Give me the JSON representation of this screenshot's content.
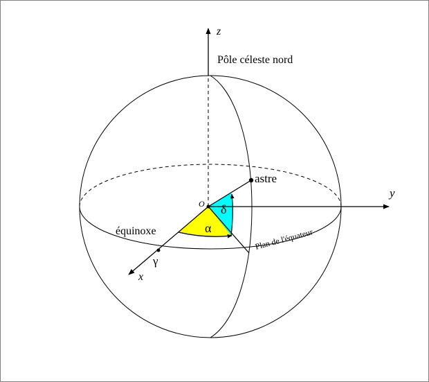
{
  "labels": {
    "z_axis": "z",
    "y_axis": "y",
    "x_axis": "x",
    "origin": "O",
    "north_pole": "Pôle céleste nord",
    "star": "astre",
    "equinox": "équinoxe",
    "gamma": "γ",
    "alpha": "α",
    "delta": "δ",
    "equator_plane": "Plan de l'équateur"
  },
  "colors": {
    "alpha_sector": "#ffff00",
    "delta_sector": "#00ffff",
    "line": "#000000"
  }
}
